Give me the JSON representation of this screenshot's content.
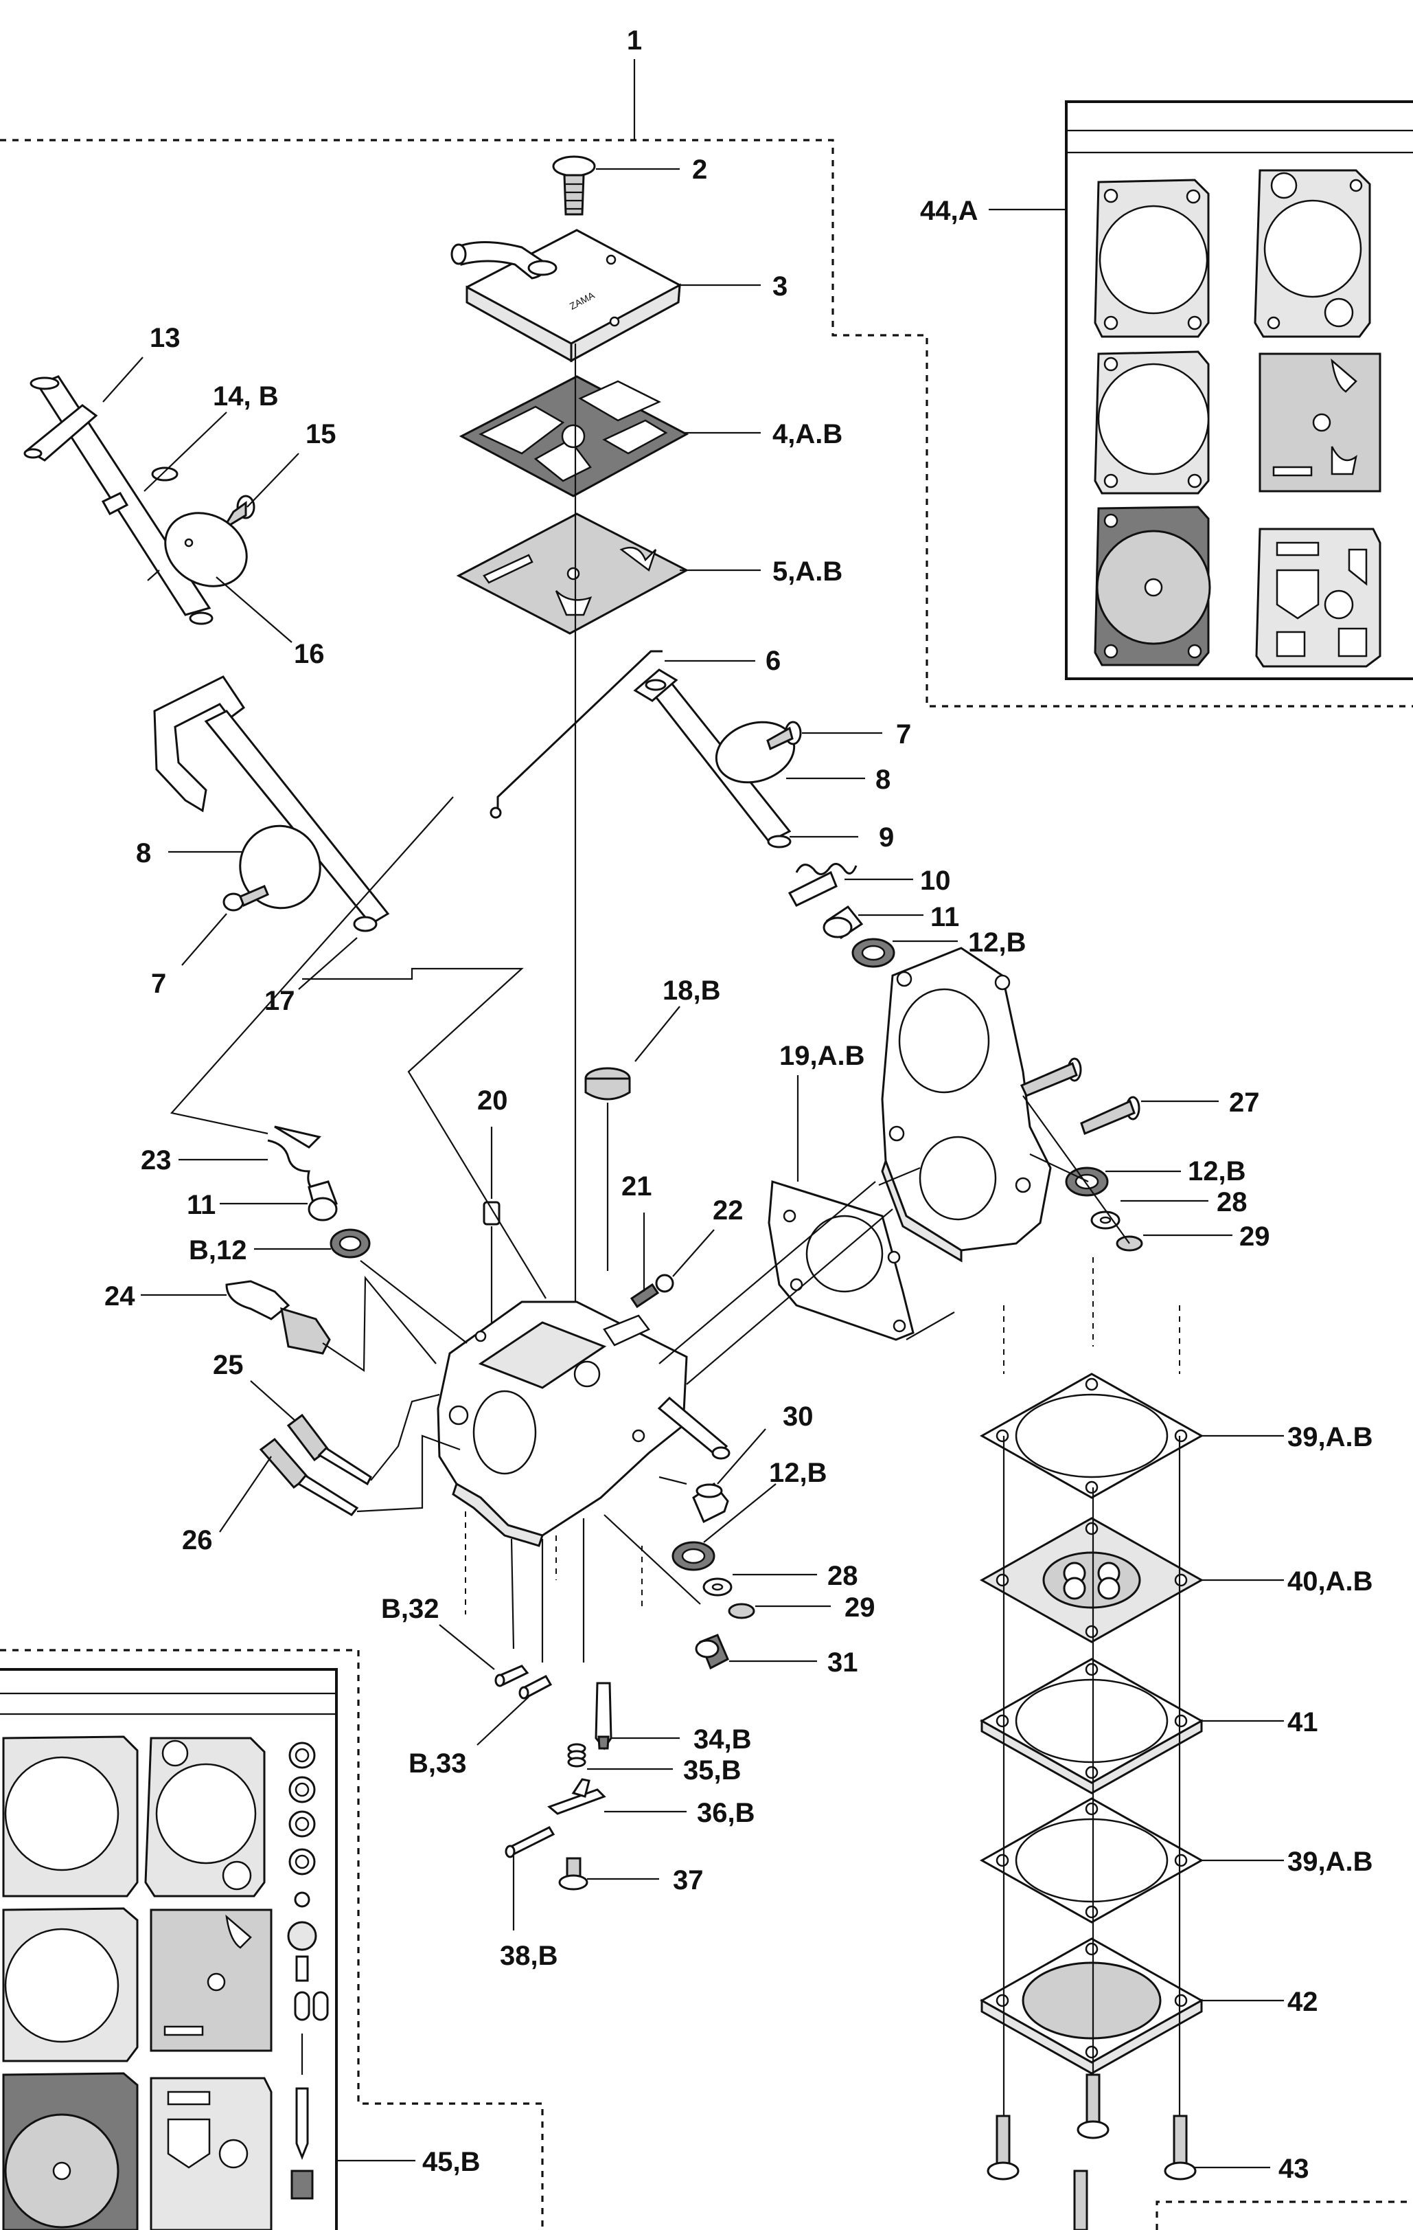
{
  "labels": {
    "n1": "1",
    "n2": "2",
    "n3": "3",
    "n4": "4,A.B",
    "n5": "5,A.B",
    "n6": "6",
    "n7a": "7",
    "n7b": "7",
    "n8a": "8",
    "n8b": "8",
    "n9": "9",
    "n10": "10",
    "n11a": "11",
    "n11b": "11",
    "n12a": "12,B",
    "n12b": "12,B",
    "n12c": "12,B",
    "nB12": "B,12",
    "n13": "13",
    "n14": "14, B",
    "n15": "15",
    "n16": "16",
    "n17": "17",
    "n18": "18,B",
    "n19": "19,A.B",
    "n20": "20",
    "n21": "21",
    "n22": "22",
    "n23": "23",
    "n24": "24",
    "n25": "25",
    "n26": "26",
    "n27": "27",
    "n28a": "28",
    "n28b": "28",
    "n29a": "29",
    "n29b": "29",
    "n30": "30",
    "n31": "31",
    "nB32": "B,32",
    "nB33": "B,33",
    "n34": "34,B",
    "n35": "35,B",
    "n36": "36,B",
    "n37": "37",
    "n38": "38,B",
    "n39a": "39,A.B",
    "n39b": "39,A.B",
    "n40": "40,A.B",
    "n41": "41",
    "n42": "42",
    "n43": "43",
    "n44": "44,A",
    "n45": "45,B"
  },
  "cover_stamp": "ZAMA"
}
